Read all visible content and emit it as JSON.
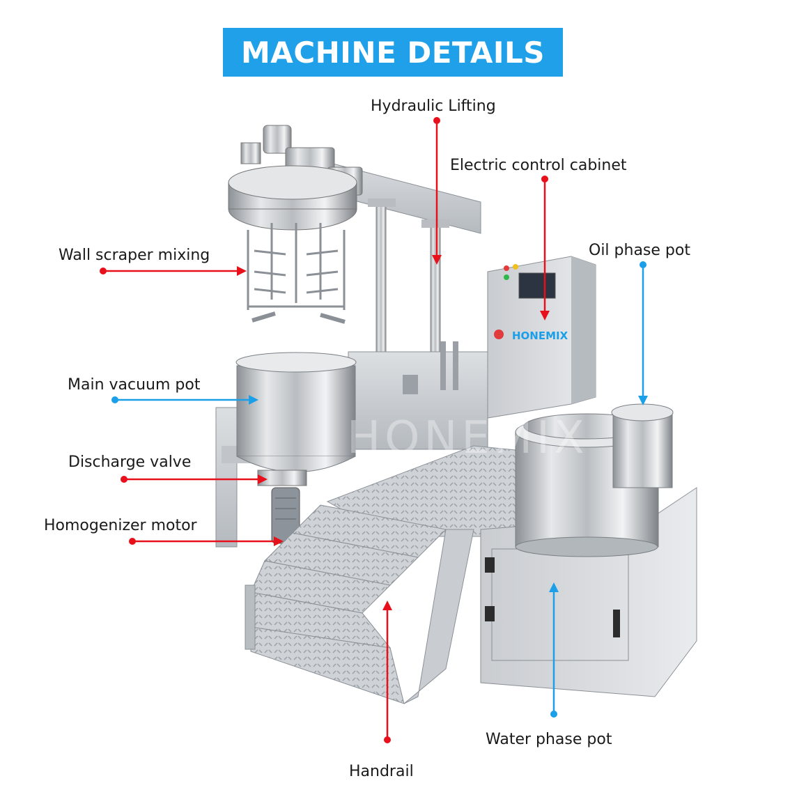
{
  "title": "MACHINE DETAILS",
  "brand": "HONEMIX",
  "watermark": "HONEMIX",
  "colors": {
    "banner": "#1fa0e8",
    "red": "#e8101a",
    "blue": "#1a9fe8",
    "text": "#1a1a1a"
  },
  "labels": {
    "hydraulic_lifting": "Hydraulic Lifting",
    "electric_control_cabinet": "Electric control cabinet",
    "wall_scraper_mixing": "Wall scraper mixing",
    "oil_phase_pot": "Oil phase pot",
    "main_vacuum_pot": "Main vacuum pot",
    "discharge_valve": "Discharge valve",
    "homogenizer_motor": "Homogenizer motor",
    "water_phase_pot": "Water phase pot",
    "handrail": "Handrail"
  }
}
